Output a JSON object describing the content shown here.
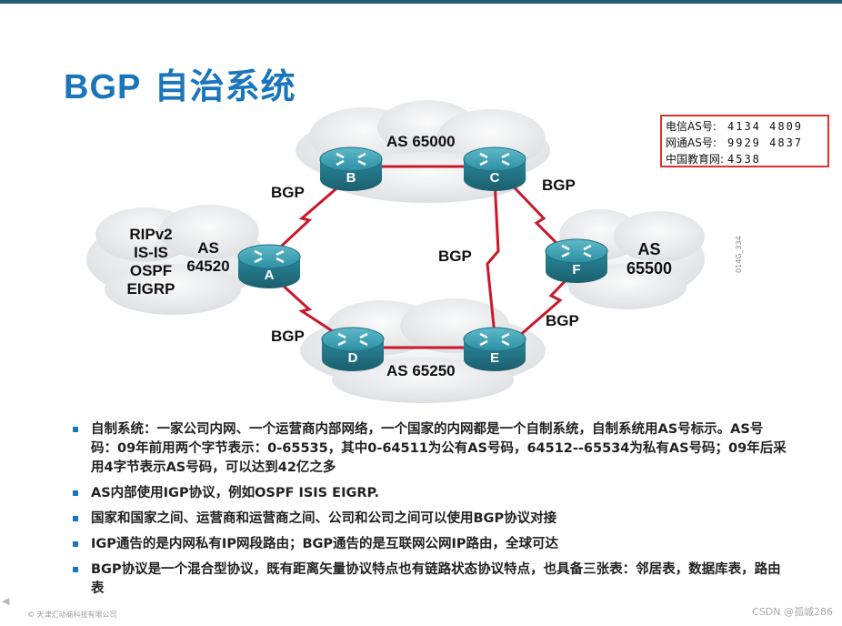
{
  "title": {
    "prefix": "BGP",
    "suffix": " 自治系统"
  },
  "info_box": [
    {
      "label": "电信AS号:",
      "value": "4134  4809"
    },
    {
      "label": "网通AS号:",
      "value": "9929  4837"
    },
    {
      "label": "中国教育网:",
      "value": "4538"
    }
  ],
  "as_labels": {
    "as65000": "AS 65000",
    "as65250": "AS 65250",
    "as_a_line1": "AS",
    "as_a_line2": "64520",
    "as_f_line1": "AS",
    "as_f_line2": "65500"
  },
  "igp_protocols": [
    "RIPv2",
    "IS-IS",
    "OSPF",
    "EIGRP"
  ],
  "routers": {
    "a": "A",
    "b": "B",
    "c": "C",
    "d": "D",
    "e": "E",
    "f": "F"
  },
  "link_labels": {
    "ab": "BGP",
    "ad": "BGP",
    "ce": "BGP",
    "cf": "BGP",
    "ef": "BGP"
  },
  "side_code": "014G_334",
  "bullets": [
    "自制系统：一家公司内网、一个运营商内部网络，一个国家的内网都是一个自制系统，自制系统用AS号标示。AS号码：09年前用两个字节表示：0-65535，其中0-64511为公有AS号码，64512--65534为私有AS号码；09年后采用4字节表示AS号码，可以达到42亿之多",
    "AS内部使用IGP协议，例如OSPF ISIS EIGRP.",
    "国家和国家之间、运营商和运营商之间、公司和公司之间可以使用BGP协议对接",
    "IGP通告的是内网私有IP网段路由；BGP通告的是互联网公网IP路由，全球可达",
    "BGP协议是一个混合型协议，既有距离矢量协议特点也有链路状态协议特点，也具备三张表：邻居表，数据库表，路由表"
  ],
  "footer": {
    "left": "© 天津汇动商科技有限公司",
    "right": "CSDN @孤城286"
  },
  "colors": {
    "title": "#1b75bb",
    "router": "#2b8fa3",
    "link": "#c8192a",
    "cloud": "#e6e8ea"
  }
}
